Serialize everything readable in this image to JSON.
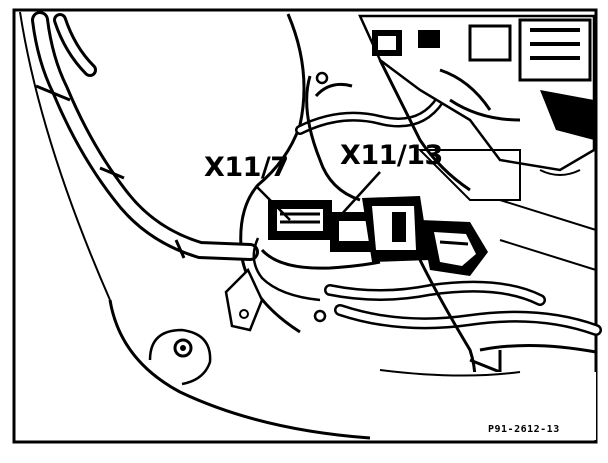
{
  "labels": {
    "connector_a": "X11/7",
    "connector_b": "X11/13",
    "figure_code": "P91-2612-13"
  },
  "colors": {
    "ink": "#000000",
    "paper": "#ffffff"
  }
}
